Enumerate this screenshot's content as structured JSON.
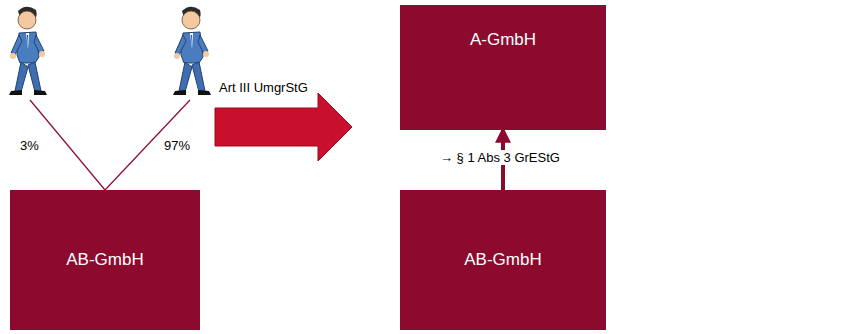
{
  "diagram": {
    "nodes": [
      {
        "text": [
          "AB-GmbH"
        ]
      },
      {
        "text": [
          "A-GmbH"
        ]
      },
      {
        "text": [
          "AB-GmbH"
        ]
      }
    ],
    "edges": [
      {
        "from": 1,
        "to": 2,
        "arrow": "none",
        "label": "97%"
      },
      {
        "from": 2,
        "to": 1,
        "arrow": "to",
        "label": "→ § 1 Abs 3 GrEStG"
      }
    ],
    "labels": [
      "3%",
      "97%",
      "Art III UmgrStG"
    ]
  }
}
